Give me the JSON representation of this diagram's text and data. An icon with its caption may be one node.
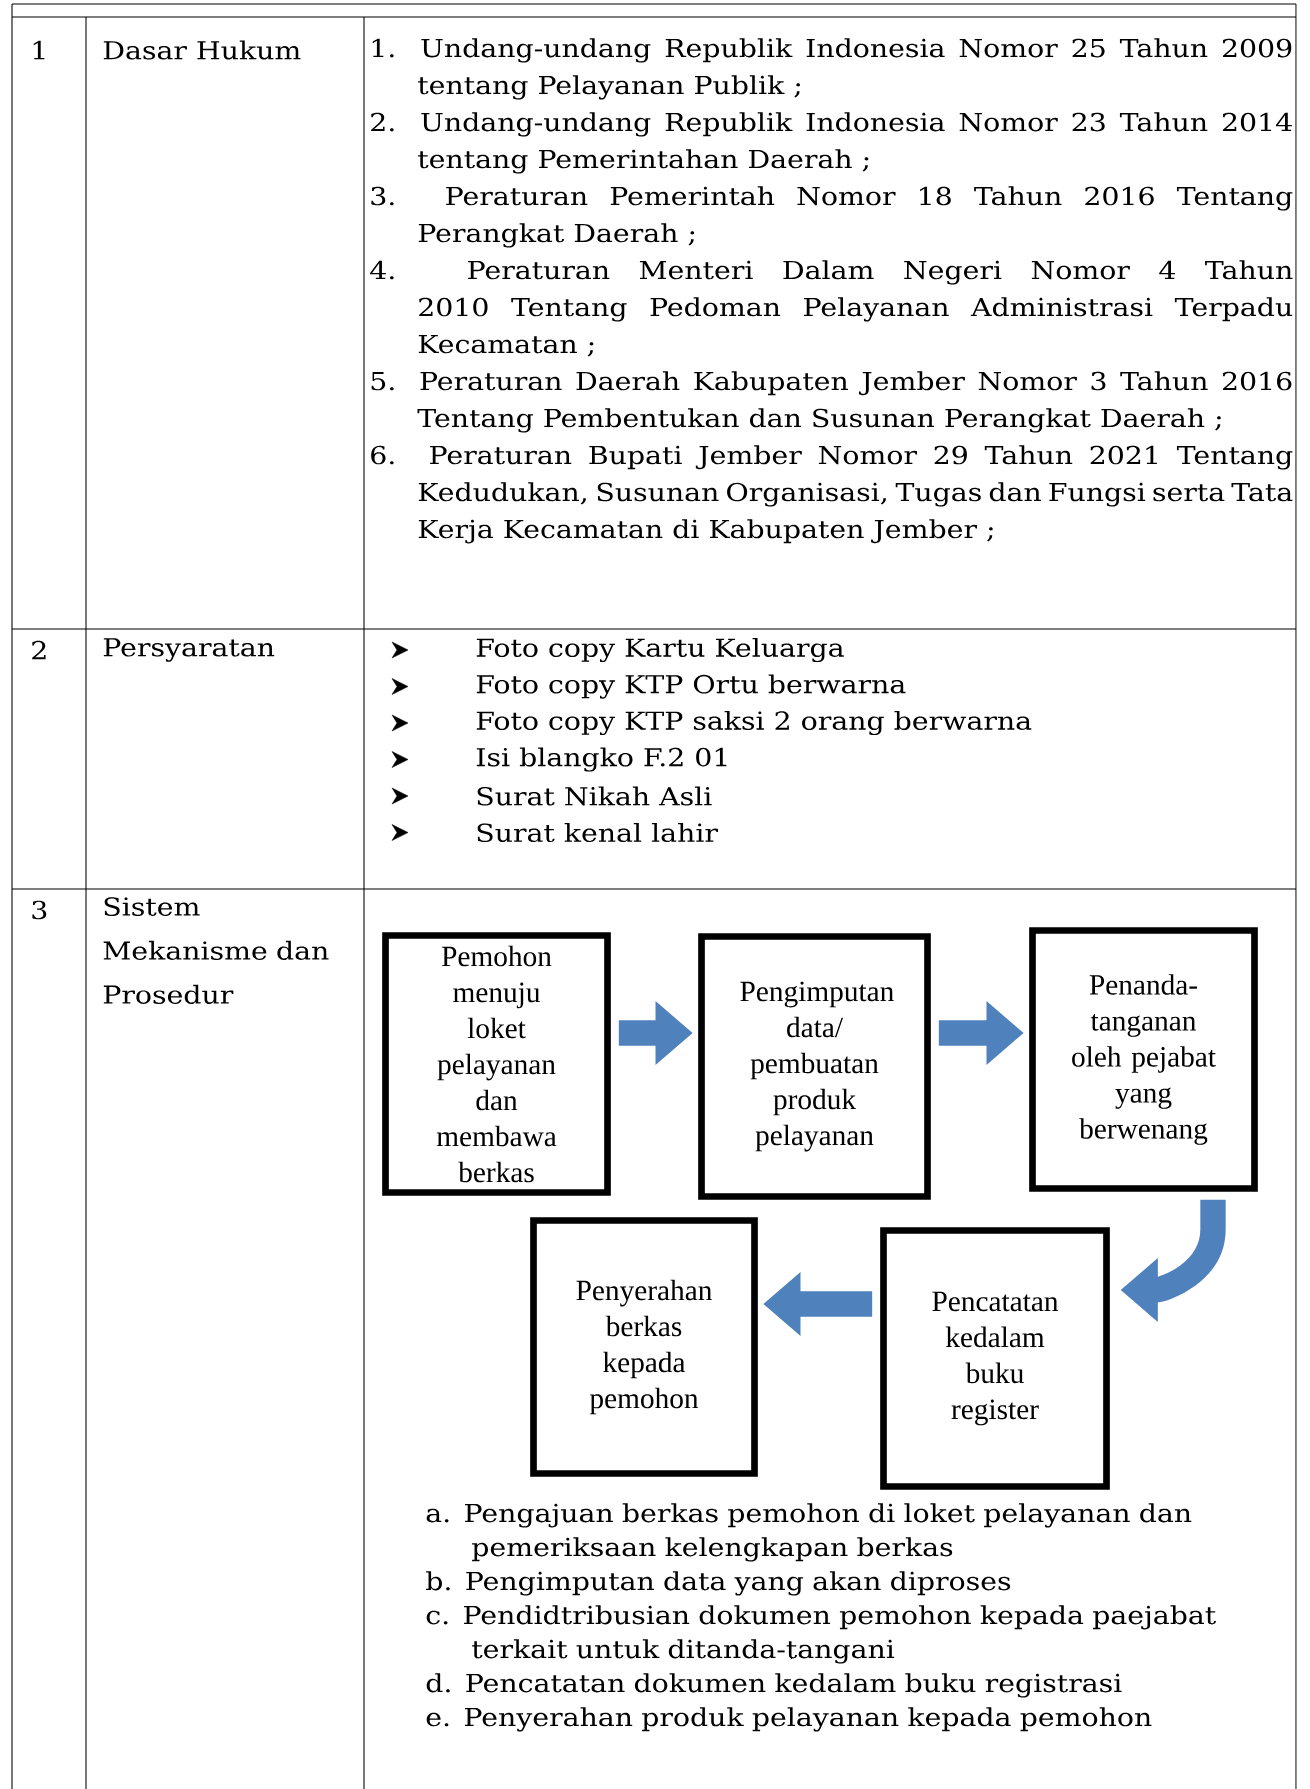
{
  "diagram": {
    "nodes": [
      {
        "text": [
          "Pemohon menuju loket pelayanan dan membawa berkas"
        ]
      },
      {
        "text": [
          "Pengimputan data/ pembuatan produk pelayanan"
        ]
      },
      {
        "text": [
          "Penanda-tanganan oleh pejabat yang berwenang"
        ]
      },
      {
        "text": [
          "Penyerahan berkas kepada pemohon"
        ]
      },
      {
        "text": [
          "Pencatatan kedalam buku register"
        ]
      }
    ],
    "edges": [
      {
        "from": 0,
        "to": 1,
        "arrow": "to"
      },
      {
        "from": 1,
        "to": 2,
        "arrow": "to"
      },
      {
        "from": 2,
        "to": 4,
        "arrow": "to"
      },
      {
        "from": 4,
        "to": 3,
        "arrow": "to"
      }
    ],
    "labels": [
      "1",
      "Dasar Hukum",
      "1. Undang-undang Republik Indonesia Nomor 25 Tahun 2009 tentang Pelayanan Publik ;",
      "2. Undang-undang Republik Indonesia Nomor 23 Tahun 2014 tentang Pemerintahan Daerah ;",
      "3. Peraturan Pemerintah Nomor 18 Tahun 2016 Tentang Perangkat Daerah ;",
      "4. Peraturan Menteri Dalam Negeri Nomor 4 Tahun 2010 Tentang Pedoman Pelayanan Administrasi Terpadu Kecamatan ;",
      "5. Peraturan Daerah Kabupaten Jember Nomor 3 Tahun 2016 Tentang Pembentukan dan Susunan Perangkat Daerah ;",
      "6. Peraturan Bupati Jember Nomor 29 Tahun 2021 Tentang Kedudukan, Susunan Organisasi, Tugas dan Fungsi serta Tata Kerja Kecamatan di Kabupaten Jember ;",
      "2",
      "Persyaratan",
      "Foto copy Kartu Keluarga",
      "Foto copy KTP Ortu berwarna",
      "Foto copy KTP saksi 2 orang berwarna",
      "Isi blangko F.2 01",
      "Surat Nikah Asli",
      "Surat kenal lahir",
      "3",
      "Sistem Mekanisme dan Prosedur",
      "a. Pengajuan berkas pemohon di loket pelayanan dan pemeriksaan kelengkapan berkas",
      "b. Pengimputan data yang akan diproses",
      "c. Pendidtribusian dokumen pemohon kepada paejabat terkait untuk ditanda-tangani",
      "d. Pencatatan dokumen kedalam buku registrasi",
      "e. Penyerahan produk pelayanan kepada pemohon"
    ]
  }
}
